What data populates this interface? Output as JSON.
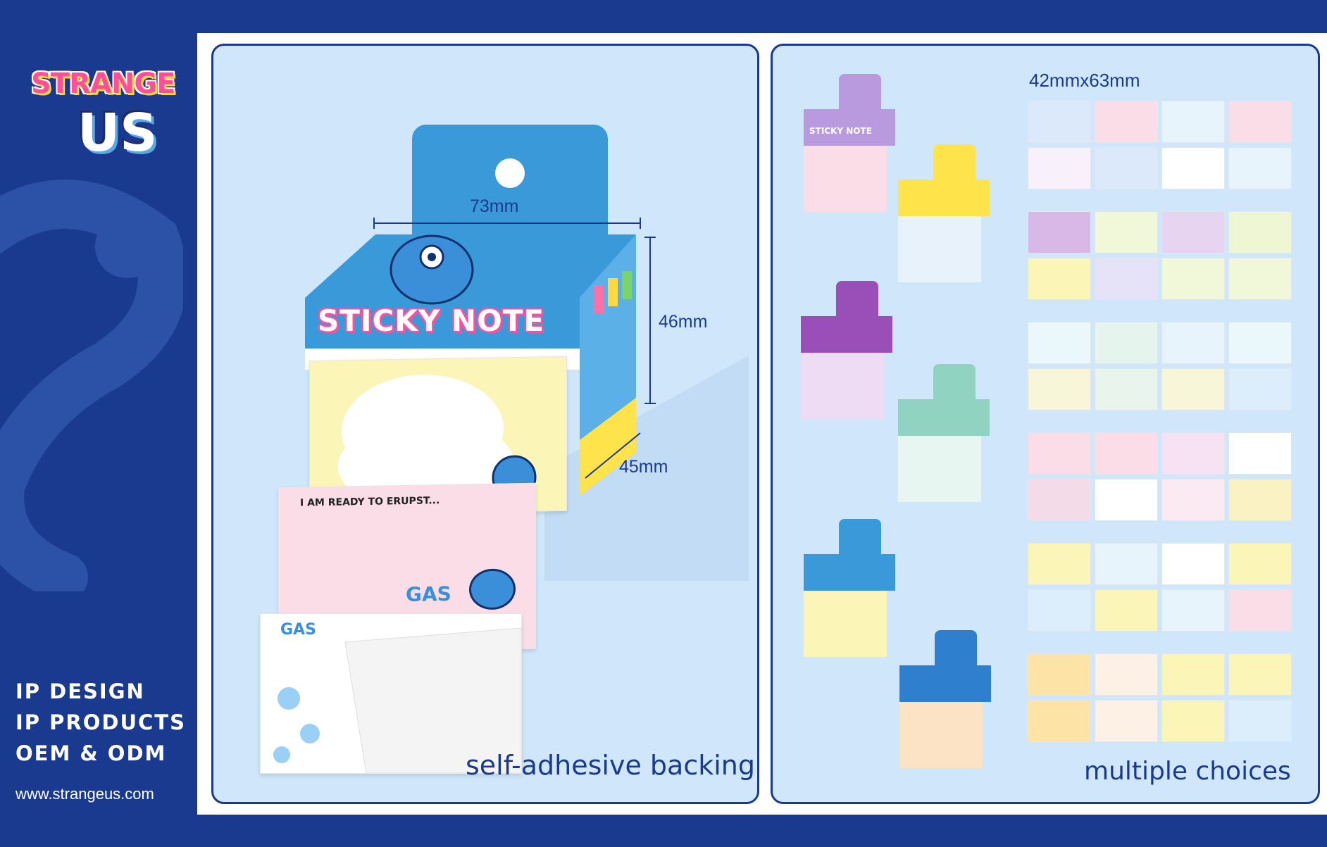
{
  "brand": {
    "logo_text_top": "STRANGE",
    "logo_text_bottom": "US"
  },
  "sidebar": {
    "taglines": [
      "IP DESIGN",
      "IP PRODUCTS",
      "OEM & ODM"
    ],
    "website": "www.strangeus.com"
  },
  "left_panel": {
    "box_title": "STICKY NOTE",
    "dimension_width": "73mm",
    "dimension_height": "46mm",
    "dimension_depth": "45mm",
    "note_text_1": "I AM READY TO ERUPST...",
    "note_text_2": "GAS",
    "note_text_3": "GAS",
    "caption": "self-adhesive backing"
  },
  "right_panel": {
    "size_label": "42mmx63mm",
    "box_title": "STICKY NOTE",
    "caption": "multiple choices"
  },
  "colors": {
    "navy": "#1a3a8f",
    "panel": "#cfe6fb",
    "box_blue": "#3a9ad9",
    "pink": "#fbdde8",
    "yellow": "#fbf5b8"
  }
}
